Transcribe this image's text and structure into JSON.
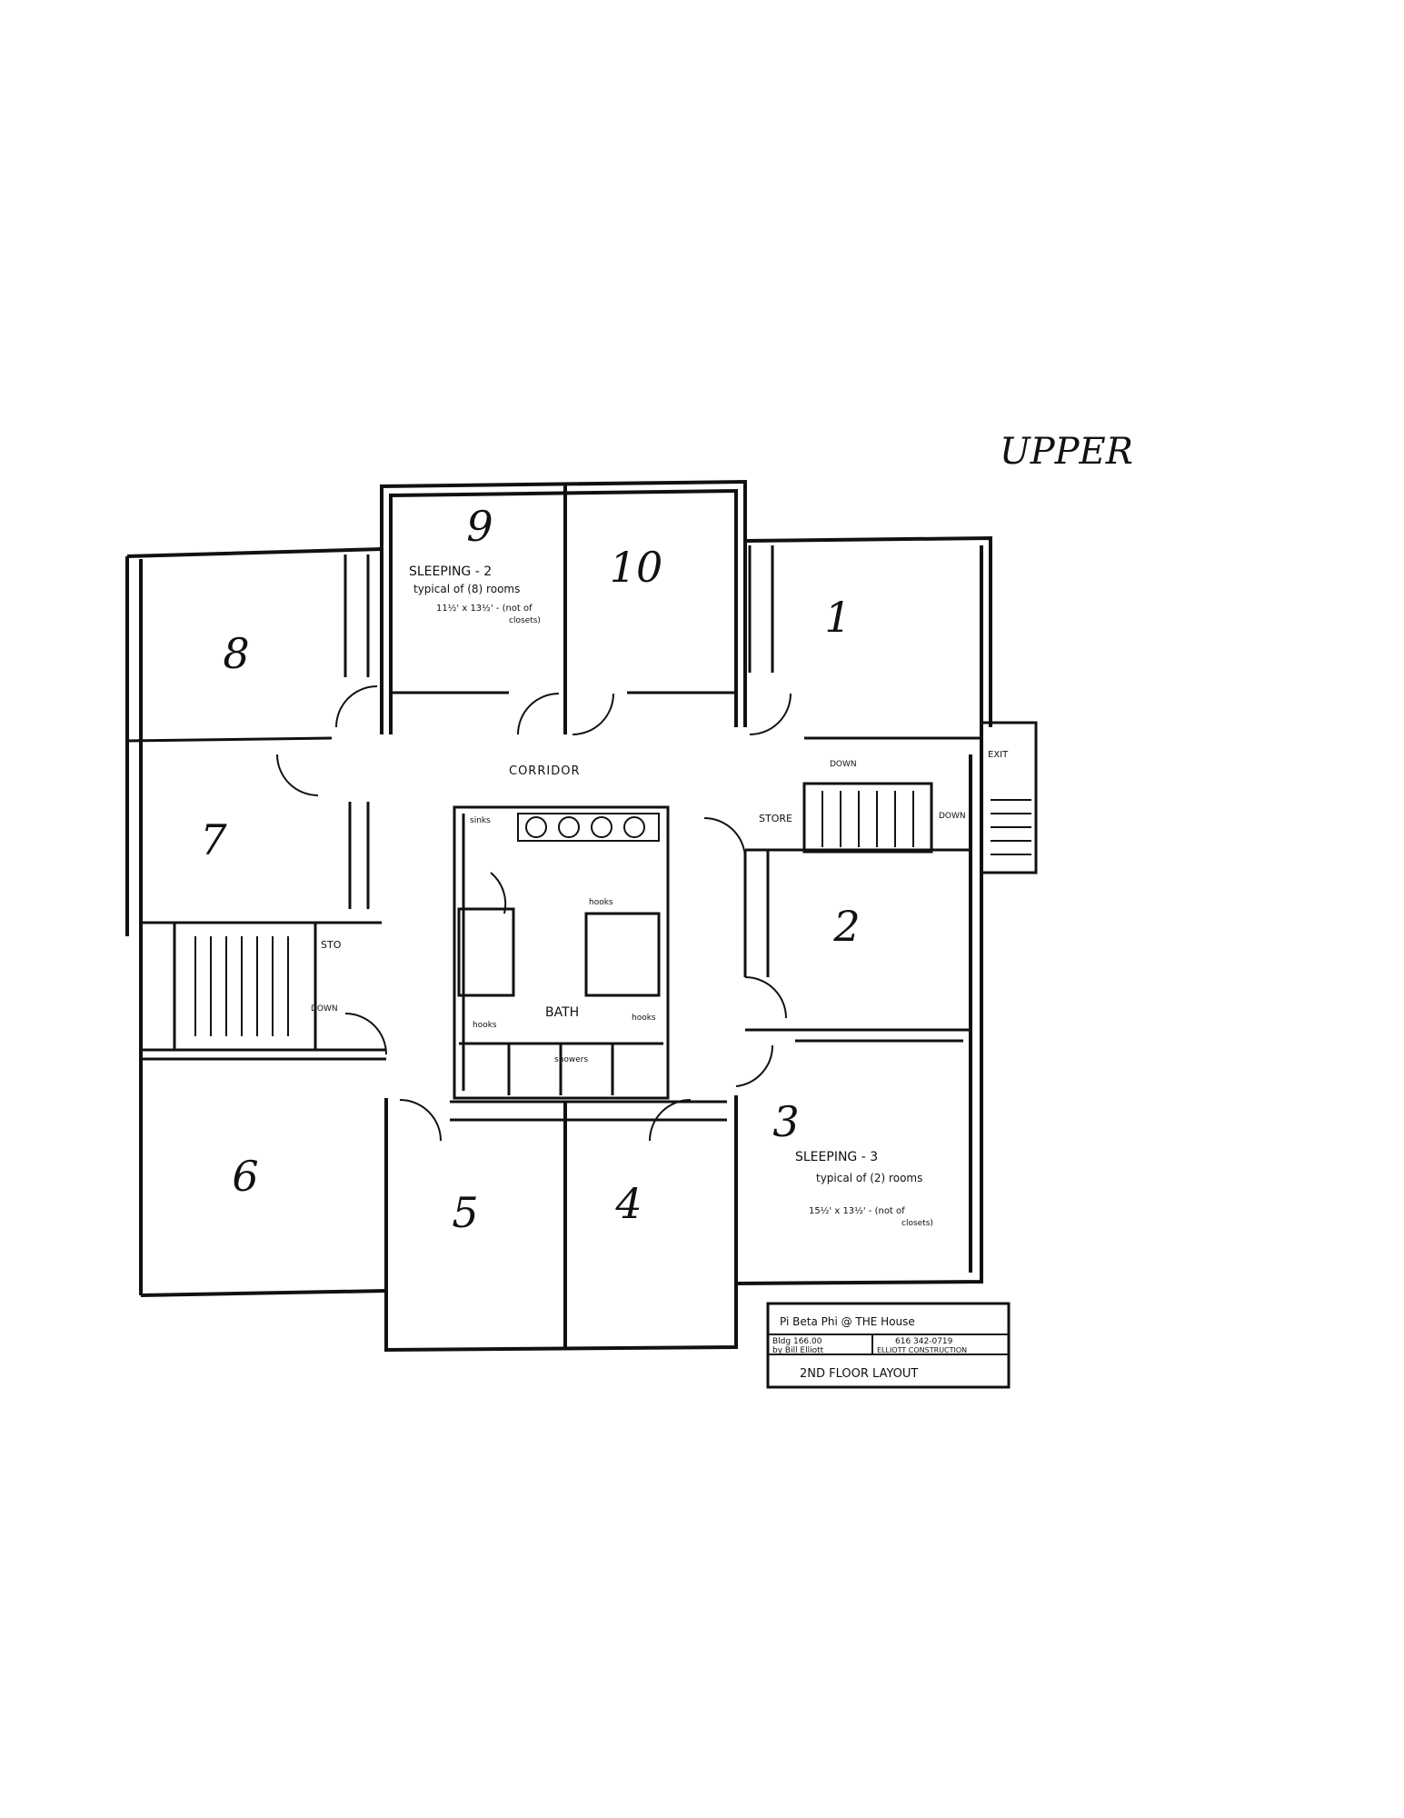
{
  "sheet_label": "UPPER",
  "rooms": [
    "1",
    "2",
    "3",
    "4",
    "5",
    "6",
    "7",
    "8",
    "9",
    "10"
  ],
  "labels": {
    "sleeping_2": "SLEEPING - 2",
    "sleeping_2_typical": "typical of (8) rooms",
    "sleeping_2_size": "11½' x 13½' - (not of",
    "sleeping_2_size_2": "closets)",
    "sleeping_3": "SLEEPING - 3",
    "sleeping_3_typical": "typical of (2) rooms",
    "sleeping_3_size": "15½' x 13½' - (not of",
    "sleeping_3_size_2": "closets)",
    "corridor": "CORRIDOR",
    "store": "STORE",
    "stor": "STO",
    "down": "DOWN",
    "down_2": "DOWN",
    "down_3": "DOWN",
    "exit": "EXIT",
    "bath": "BATH",
    "sinks": "sinks",
    "hooks": "hooks",
    "hooks_2": "hooks",
    "hooks_3": "hooks",
    "showers": "showers"
  },
  "title_block": {
    "line1": "Pi Beta Phi @ THE House",
    "bldg": "Bldg 166.00",
    "phone": "616 342-0719",
    "by": "by Bill Elliott",
    "company": "ELLIOTT CONSTRUCTION",
    "title": "2ND FLOOR LAYOUT"
  }
}
